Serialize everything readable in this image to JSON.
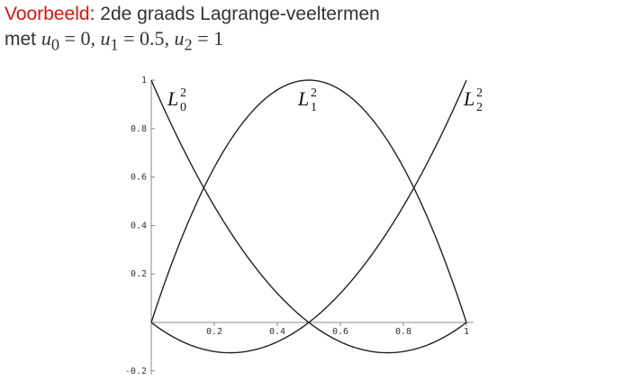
{
  "heading": {
    "accent_word": "Voorbeeld",
    "rest": ": 2de graads Lagrange-veeltermen",
    "line2_prefix": "met ",
    "conditions": [
      {
        "var": "u",
        "sub": "0",
        "val": "0"
      },
      {
        "var": "u",
        "sub": "1",
        "val": "0.5"
      },
      {
        "var": "u",
        "sub": "2",
        "val": "1"
      }
    ],
    "accent_color": "#e3120b"
  },
  "chart_data": {
    "type": "line",
    "title": "",
    "xlabel": "",
    "ylabel": "",
    "xlim": [
      0,
      1
    ],
    "ylim": [
      -0.2,
      1
    ],
    "x_ticks": [
      "0.2",
      "0.4",
      "0.6",
      "0.8",
      "1"
    ],
    "y_ticks": [
      "-0.2",
      "0.2",
      "0.4",
      "0.6",
      "0.8",
      "1"
    ],
    "grid": false,
    "series": [
      {
        "name": "L",
        "sup": "2",
        "sub": "0",
        "formula": "2(u-0.5)(u-1)",
        "label_pos": "left-top"
      },
      {
        "name": "L",
        "sup": "2",
        "sub": "1",
        "formula": "-4u(u-1)",
        "label_pos": "middle-top"
      },
      {
        "name": "L",
        "sup": "2",
        "sub": "2",
        "formula": "2u(u-0.5)",
        "label_pos": "right-top"
      }
    ]
  }
}
